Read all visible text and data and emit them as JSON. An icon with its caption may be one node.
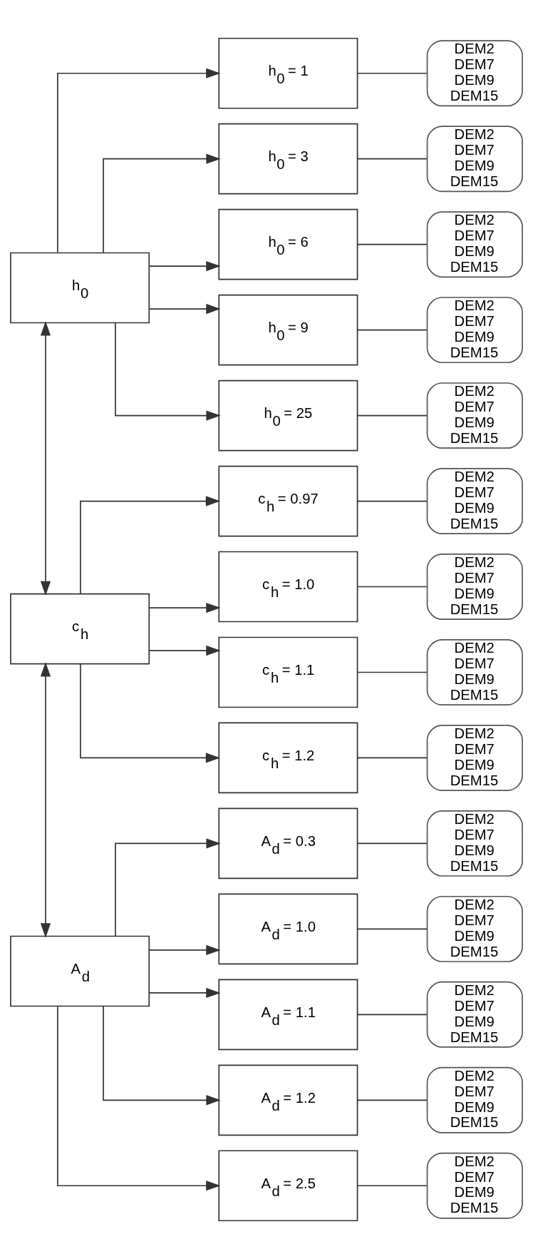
{
  "diagram": {
    "nodes": [
      {
        "text": [
          "h$_{0}$"
        ]
      },
      {
        "text": [
          "h$_{0}$ = 1"
        ]
      },
      {
        "text": [
          "h$_{0}$ = 3"
        ]
      },
      {
        "text": [
          "h$_{0}$ = 6"
        ]
      },
      {
        "text": [
          "h$_{0}$ = 9"
        ]
      },
      {
        "text": [
          "h$_{0}$ = 25"
        ]
      },
      {
        "text": [
          "DEM2",
          "DEM7",
          "DEM9",
          "DEM15"
        ]
      },
      {
        "text": [
          "DEM2",
          "DEM7",
          "DEM9",
          "DEM15"
        ]
      },
      {
        "text": [
          "DEM2",
          "DEM7",
          "DEM9",
          "DEM15"
        ]
      },
      {
        "text": [
          "DEM2",
          "DEM7",
          "DEM9",
          "DEM15"
        ]
      },
      {
        "text": [
          "DEM2",
          "DEM7",
          "DEM9",
          "DEM15"
        ]
      },
      {
        "text": [
          "c$_{h}$"
        ]
      },
      {
        "text": [
          "c$_{h}$ = 0.97"
        ]
      },
      {
        "text": [
          "c$_{h}$ = 1.0"
        ]
      },
      {
        "text": [
          "c$_{h}$ = 1.1"
        ]
      },
      {
        "text": [
          "c$_{h}$ = 1.2"
        ]
      },
      {
        "text": [
          "DEM2",
          "DEM7",
          "DEM9",
          "DEM15"
        ]
      },
      {
        "text": [
          "DEM2",
          "DEM7",
          "DEM9",
          "DEM15"
        ]
      },
      {
        "text": [
          "DEM2",
          "DEM7",
          "DEM9",
          "DEM15"
        ]
      },
      {
        "text": [
          "DEM2",
          "DEM7",
          "DEM9",
          "DEM15"
        ]
      },
      {
        "text": [
          "A$_{d}$"
        ]
      },
      {
        "text": [
          "A$_{d}$ = 0.3"
        ]
      },
      {
        "text": [
          "A$_{d}$ = 1.0"
        ]
      },
      {
        "text": [
          "A$_{d}$ = 1.1"
        ]
      },
      {
        "text": [
          "A$_{d}$ = 1.2"
        ]
      },
      {
        "text": [
          "A$_{d}$ = 2.5"
        ]
      },
      {
        "text": [
          "DEM2",
          "DEM7",
          "DEM9",
          "DEM15"
        ]
      },
      {
        "text": [
          "DEM2",
          "DEM7",
          "DEM9",
          "DEM15"
        ]
      },
      {
        "text": [
          "DEM2",
          "DEM7",
          "DEM9",
          "DEM15"
        ]
      },
      {
        "text": [
          "DEM2",
          "DEM7",
          "DEM9",
          "DEM15"
        ]
      },
      {
        "text": [
          "DEM2",
          "DEM7",
          "DEM9",
          "DEM15"
        ]
      }
    ],
    "edges": [
      {
        "from": 0,
        "to": 11,
        "arrow": "both"
      },
      {
        "from": 11,
        "to": 20,
        "arrow": "both"
      },
      {
        "from": 0,
        "to": 1,
        "arrow": "to"
      },
      {
        "from": 0,
        "to": 2,
        "arrow": "to"
      },
      {
        "from": 0,
        "to": 3,
        "arrow": "to"
      },
      {
        "from": 0,
        "to": 4,
        "arrow": "to"
      },
      {
        "from": 0,
        "to": 5,
        "arrow": "to"
      },
      {
        "from": 1,
        "to": 6,
        "arrow": "none"
      },
      {
        "from": 2,
        "to": 7,
        "arrow": "none"
      },
      {
        "from": 3,
        "to": 8,
        "arrow": "none"
      },
      {
        "from": 4,
        "to": 9,
        "arrow": "none"
      },
      {
        "from": 5,
        "to": 10,
        "arrow": "none"
      },
      {
        "from": 11,
        "to": 12,
        "arrow": "to"
      },
      {
        "from": 11,
        "to": 13,
        "arrow": "to"
      },
      {
        "from": 11,
        "to": 14,
        "arrow": "to"
      },
      {
        "from": 11,
        "to": 15,
        "arrow": "to"
      },
      {
        "from": 12,
        "to": 16,
        "arrow": "none"
      },
      {
        "from": 13,
        "to": 17,
        "arrow": "none"
      },
      {
        "from": 14,
        "to": 18,
        "arrow": "none"
      },
      {
        "from": 15,
        "to": 19,
        "arrow": "none"
      },
      {
        "from": 20,
        "to": 21,
        "arrow": "to"
      },
      {
        "from": 20,
        "to": 22,
        "arrow": "to"
      },
      {
        "from": 20,
        "to": 23,
        "arrow": "to"
      },
      {
        "from": 20,
        "to": 24,
        "arrow": "to"
      },
      {
        "from": 20,
        "to": 25,
        "arrow": "to"
      },
      {
        "from": 21,
        "to": 26,
        "arrow": "none"
      },
      {
        "from": 22,
        "to": 27,
        "arrow": "none"
      },
      {
        "from": 23,
        "to": 28,
        "arrow": "none"
      },
      {
        "from": 24,
        "to": 29,
        "arrow": "none"
      },
      {
        "from": 25,
        "to": 30,
        "arrow": "none"
      }
    ]
  }
}
